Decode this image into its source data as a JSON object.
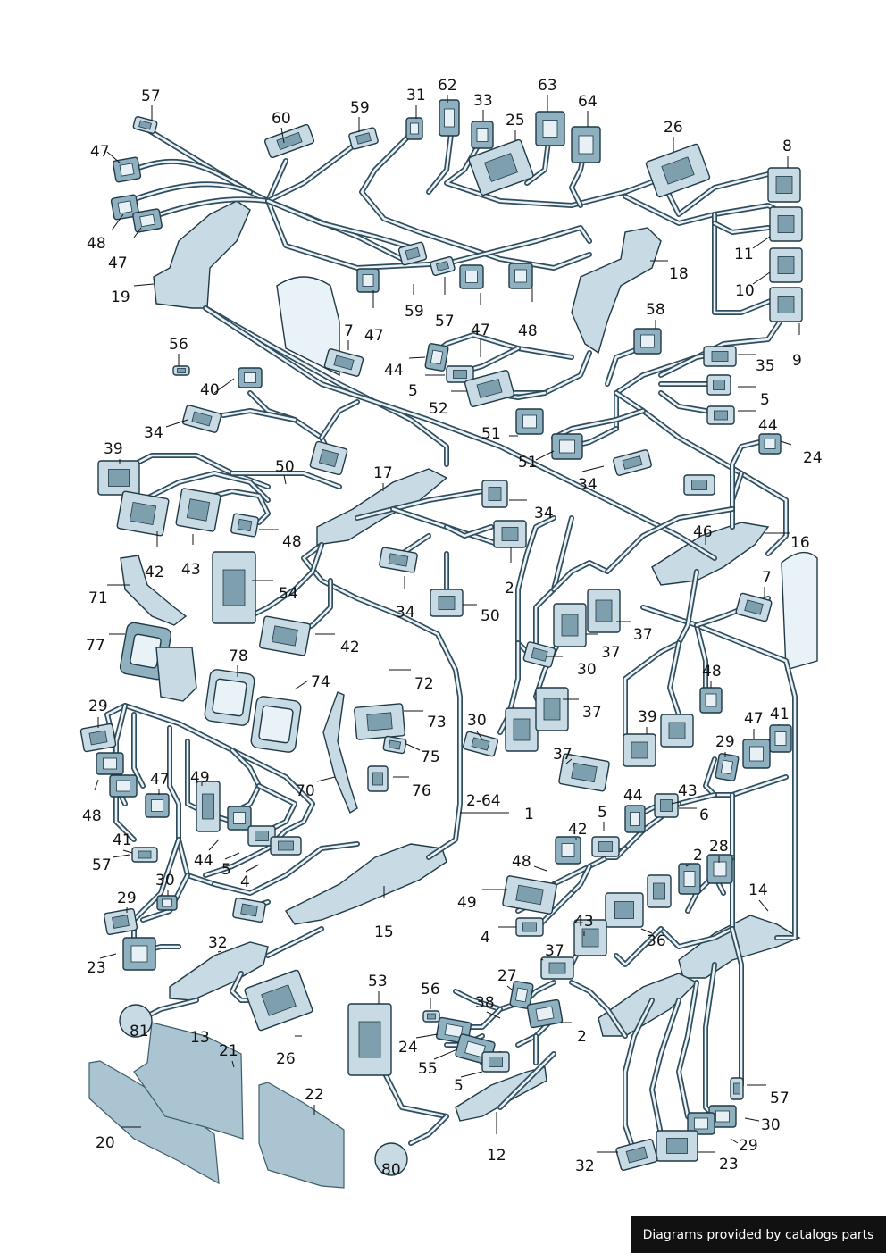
{
  "credit": "Diagrams provided by catalogs parts",
  "callouts": [
    {
      "id": "c57a",
      "text": "57"
    },
    {
      "id": "c47a",
      "text": "47"
    },
    {
      "id": "c48a",
      "text": "48"
    },
    {
      "id": "c47b",
      "text": "47"
    },
    {
      "id": "c60",
      "text": "60"
    },
    {
      "id": "c59a",
      "text": "59"
    },
    {
      "id": "c31",
      "text": "31"
    },
    {
      "id": "c62",
      "text": "62"
    },
    {
      "id": "c33",
      "text": "33"
    },
    {
      "id": "c25",
      "text": "25"
    },
    {
      "id": "c63",
      "text": "63"
    },
    {
      "id": "c64",
      "text": "64"
    },
    {
      "id": "c26a",
      "text": "26"
    },
    {
      "id": "c8",
      "text": "8"
    },
    {
      "id": "c11",
      "text": "11"
    },
    {
      "id": "c10",
      "text": "10"
    },
    {
      "id": "c9",
      "text": "9"
    },
    {
      "id": "c18",
      "text": "18"
    },
    {
      "id": "c19",
      "text": "19"
    },
    {
      "id": "c59b",
      "text": "59"
    },
    {
      "id": "c57b",
      "text": "57"
    },
    {
      "id": "c47c",
      "text": "47"
    },
    {
      "id": "c48b",
      "text": "48"
    },
    {
      "id": "c47d",
      "text": "47"
    },
    {
      "id": "c56a",
      "text": "56"
    },
    {
      "id": "c7a",
      "text": "7"
    },
    {
      "id": "c44a",
      "text": "44"
    },
    {
      "id": "c5a",
      "text": "5"
    },
    {
      "id": "c52",
      "text": "52"
    },
    {
      "id": "c58",
      "text": "58"
    },
    {
      "id": "c35",
      "text": "35"
    },
    {
      "id": "c5b",
      "text": "5"
    },
    {
      "id": "c40",
      "text": "40"
    },
    {
      "id": "c34a",
      "text": "34"
    },
    {
      "id": "c51a",
      "text": "51"
    },
    {
      "id": "c51b",
      "text": "51"
    },
    {
      "id": "c44b",
      "text": "44"
    },
    {
      "id": "c24a",
      "text": "24"
    },
    {
      "id": "c39a",
      "text": "39"
    },
    {
      "id": "c50a",
      "text": "50"
    },
    {
      "id": "c17",
      "text": "17"
    },
    {
      "id": "c34b",
      "text": "34"
    },
    {
      "id": "c34c",
      "text": "34"
    },
    {
      "id": "c46",
      "text": "46"
    },
    {
      "id": "c16",
      "text": "16"
    },
    {
      "id": "c48c",
      "text": "48"
    },
    {
      "id": "c42a",
      "text": "42"
    },
    {
      "id": "c43a",
      "text": "43"
    },
    {
      "id": "c2a",
      "text": "2"
    },
    {
      "id": "c7b",
      "text": "7"
    },
    {
      "id": "c71",
      "text": "71"
    },
    {
      "id": "c54",
      "text": "54"
    },
    {
      "id": "c34d",
      "text": "34"
    },
    {
      "id": "c50b",
      "text": "50"
    },
    {
      "id": "c37a",
      "text": "37"
    },
    {
      "id": "c37b",
      "text": "37"
    },
    {
      "id": "c30a",
      "text": "30"
    },
    {
      "id": "c77",
      "text": "77"
    },
    {
      "id": "c42b",
      "text": "42"
    },
    {
      "id": "c78",
      "text": "78"
    },
    {
      "id": "c74",
      "text": "74"
    },
    {
      "id": "c72",
      "text": "72"
    },
    {
      "id": "c48d",
      "text": "48"
    },
    {
      "id": "c37c",
      "text": "37"
    },
    {
      "id": "c29a",
      "text": "29"
    },
    {
      "id": "c73",
      "text": "73"
    },
    {
      "id": "c30b",
      "text": "30"
    },
    {
      "id": "c39b",
      "text": "39"
    },
    {
      "id": "c47e",
      "text": "47"
    },
    {
      "id": "c41a",
      "text": "41"
    },
    {
      "id": "c29b",
      "text": "29"
    },
    {
      "id": "c75",
      "text": "75"
    },
    {
      "id": "c37d",
      "text": "37"
    },
    {
      "id": "c49a",
      "text": "49"
    },
    {
      "id": "c47f",
      "text": "47"
    },
    {
      "id": "c70",
      "text": "70"
    },
    {
      "id": "c76",
      "text": "76"
    },
    {
      "id": "c48e",
      "text": "48"
    },
    {
      "id": "c2-64",
      "text": "2-64"
    },
    {
      "id": "c1",
      "text": "1"
    },
    {
      "id": "c44c",
      "text": "44"
    },
    {
      "id": "c43b",
      "text": "43"
    },
    {
      "id": "c5c",
      "text": "5"
    },
    {
      "id": "c6",
      "text": "6"
    },
    {
      "id": "c41b",
      "text": "41"
    },
    {
      "id": "c42c",
      "text": "42"
    },
    {
      "id": "c2b",
      "text": "2"
    },
    {
      "id": "c28",
      "text": "28"
    },
    {
      "id": "c57c",
      "text": "57"
    },
    {
      "id": "c44d",
      "text": "44"
    },
    {
      "id": "c5d",
      "text": "5"
    },
    {
      "id": "c48f",
      "text": "48"
    },
    {
      "id": "c4a",
      "text": "4"
    },
    {
      "id": "c30c",
      "text": "30"
    },
    {
      "id": "c14",
      "text": "14"
    },
    {
      "id": "c49b",
      "text": "49"
    },
    {
      "id": "c29c",
      "text": "29"
    },
    {
      "id": "c4b",
      "text": "4"
    },
    {
      "id": "c15",
      "text": "15"
    },
    {
      "id": "c43c",
      "text": "43"
    },
    {
      "id": "c36",
      "text": "36"
    },
    {
      "id": "c32a",
      "text": "32"
    },
    {
      "id": "c23a",
      "text": "23"
    },
    {
      "id": "c37e",
      "text": "37"
    },
    {
      "id": "c27",
      "text": "27"
    },
    {
      "id": "c53",
      "text": "53"
    },
    {
      "id": "c56b",
      "text": "56"
    },
    {
      "id": "c38",
      "text": "38"
    },
    {
      "id": "c2c",
      "text": "2"
    },
    {
      "id": "c81",
      "text": "81"
    },
    {
      "id": "c13",
      "text": "13"
    },
    {
      "id": "c21",
      "text": "21"
    },
    {
      "id": "c26b",
      "text": "26"
    },
    {
      "id": "c24b",
      "text": "24"
    },
    {
      "id": "c55",
      "text": "55"
    },
    {
      "id": "c5e",
      "text": "5"
    },
    {
      "id": "c57d",
      "text": "57"
    },
    {
      "id": "c22",
      "text": "22"
    },
    {
      "id": "c20",
      "text": "20"
    },
    {
      "id": "c30d",
      "text": "30"
    },
    {
      "id": "c29d",
      "text": "29"
    },
    {
      "id": "c80",
      "text": "80"
    },
    {
      "id": "c12",
      "text": "12"
    },
    {
      "id": "c32b",
      "text": "32"
    },
    {
      "id": "c23b",
      "text": "23"
    }
  ]
}
